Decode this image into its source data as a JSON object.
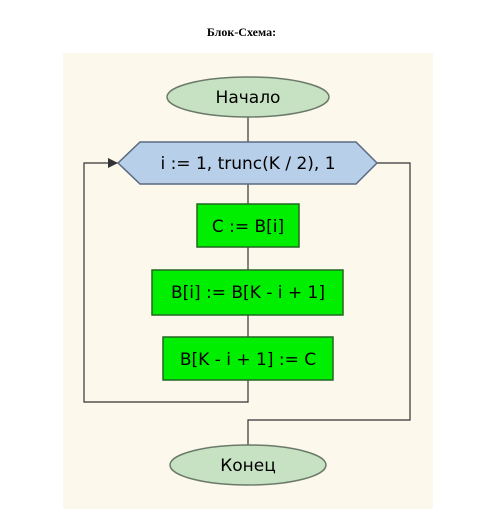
{
  "header": {
    "title": "Блок-Схема:"
  },
  "flowchart": {
    "start": "Начало",
    "loop": "i := 1, trunc(K / 2), 1",
    "steps": [
      "C := B[i]",
      "B[i] := B[K - i + 1]",
      "B[K - i + 1] := C"
    ],
    "end": "Конец"
  },
  "colors": {
    "terminal_fill": "#c7e2c2",
    "loop_fill": "#b8cfe9",
    "step_fill": "#00ee00",
    "background": "#fdf8ec"
  }
}
